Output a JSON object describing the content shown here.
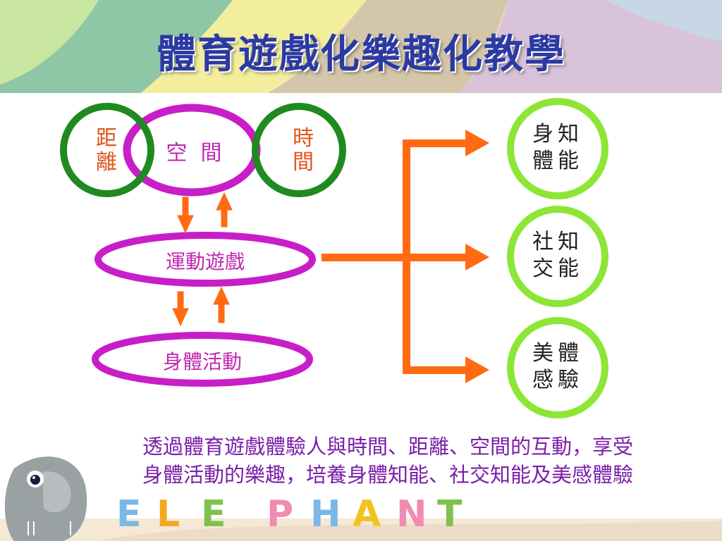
{
  "title": "體育遊戲化樂趣化教學",
  "diagram": {
    "distance": [
      "距",
      "離"
    ],
    "space": "空  間",
    "time": [
      "時",
      "間"
    ],
    "sports_game": "運動遊戲",
    "physical_activity": "身體活動",
    "outcomes": [
      {
        "lines": [
          "身知",
          "體能"
        ]
      },
      {
        "lines": [
          "社知",
          "交能"
        ]
      },
      {
        "lines": [
          "美體",
          "感驗"
        ]
      }
    ]
  },
  "caption": [
    "透過體育遊戲體驗人與時間、距離、空間的互動，享受",
    "身體活動的樂趣，培養身體知能、社交知能及美感體驗"
  ],
  "footer_word": [
    "E",
    "L",
    "E",
    "P",
    "H",
    "A",
    "N",
    "T"
  ],
  "colors": {
    "title": "#2b3aa3",
    "purple_ring": "#c81ec8",
    "green_ring": "#1f8a1f",
    "lime_ring": "#8de635",
    "arrow": "#ff6a13",
    "caption": "#7a1fa8"
  }
}
